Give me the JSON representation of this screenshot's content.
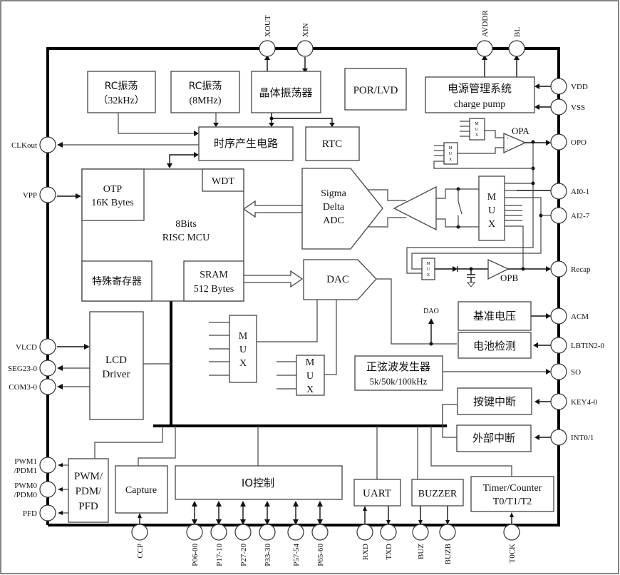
{
  "diagram": {
    "type": "chip block diagram",
    "colors": {
      "line": "#444444",
      "bus": "#000000",
      "background": "#ffffff"
    }
  },
  "blocks": {
    "rc32k": {
      "line1": "RC振荡",
      "line2": "（32kHz）"
    },
    "rc8m": {
      "line1": "RC振荡",
      "line2": "(8MHz)"
    },
    "crystal": {
      "label": "晶体振荡器"
    },
    "por": {
      "label": "POR/LVD"
    },
    "power": {
      "line1": "电源管理系统",
      "line2": "charge pump"
    },
    "timing": {
      "label": "时序产生电路"
    },
    "rtc": {
      "label": "RTC"
    },
    "otp": {
      "line1": "OTP",
      "line2": "16K Bytes"
    },
    "wdt": {
      "label": "WDT"
    },
    "mcu": {
      "line1": "8Bits",
      "line2": "RISC  MCU"
    },
    "sfr": {
      "label": "特殊寄存器"
    },
    "sram": {
      "line1": "SRAM",
      "line2": "512 Bytes"
    },
    "adc": {
      "line1": "Sigma",
      "line2": "Delta",
      "line3": "ADC"
    },
    "dac": {
      "label": "DAC"
    },
    "mux": {
      "l1": "M",
      "l2": "U",
      "l3": "X"
    },
    "opa": {
      "label": "OPA"
    },
    "opb": {
      "label": "OPB"
    },
    "dao": {
      "label": "DAO"
    },
    "vref": {
      "label": "基准电压"
    },
    "battery": {
      "label": "电池检测"
    },
    "sine": {
      "line1": "正弦波发生器",
      "line2": "5k/50k/100kHz"
    },
    "keyint": {
      "label": "按键中断"
    },
    "extint": {
      "label": "外部中断"
    },
    "lcd": {
      "line1": "LCD",
      "line2": "Driver"
    },
    "pwm": {
      "line1": "PWM/",
      "line2": "PDM/",
      "line3": "PFD"
    },
    "capture": {
      "label": "Capture"
    },
    "io": {
      "label": "IO控制"
    },
    "uart": {
      "label": "UART"
    },
    "buzzer": {
      "label": "BUZZER"
    },
    "timer": {
      "line1": "Timer/Counter",
      "line2": "T0/T1/T2"
    }
  },
  "pins": {
    "top": [
      "XOUT",
      "XIN",
      "AVDDR",
      "BL"
    ],
    "left": [
      "CLKout",
      "VPP",
      "VLCD",
      "SEG23-0",
      "COM3-0",
      "PWM1\n/PDM1",
      "PWM0\n/PDM0",
      "PFD"
    ],
    "left_pwm1": [
      "PWM1",
      "/PDM1"
    ],
    "left_pwm0": [
      "PWM0",
      "/PDM0"
    ],
    "right": [
      "VDD",
      "VSS",
      "OPO",
      "AI0-1",
      "AI2-7",
      "Recap",
      "ACM",
      "LBTIN2-0",
      "SO",
      "KEY4-0",
      "INT0/1"
    ],
    "bottom": [
      "CCP",
      "P06-00",
      "P17-10",
      "P27-20",
      "P33-30",
      "P57-54",
      "P65-60",
      "RXD",
      "TXD",
      "BUZ",
      "BUZB",
      "T0CK"
    ]
  }
}
